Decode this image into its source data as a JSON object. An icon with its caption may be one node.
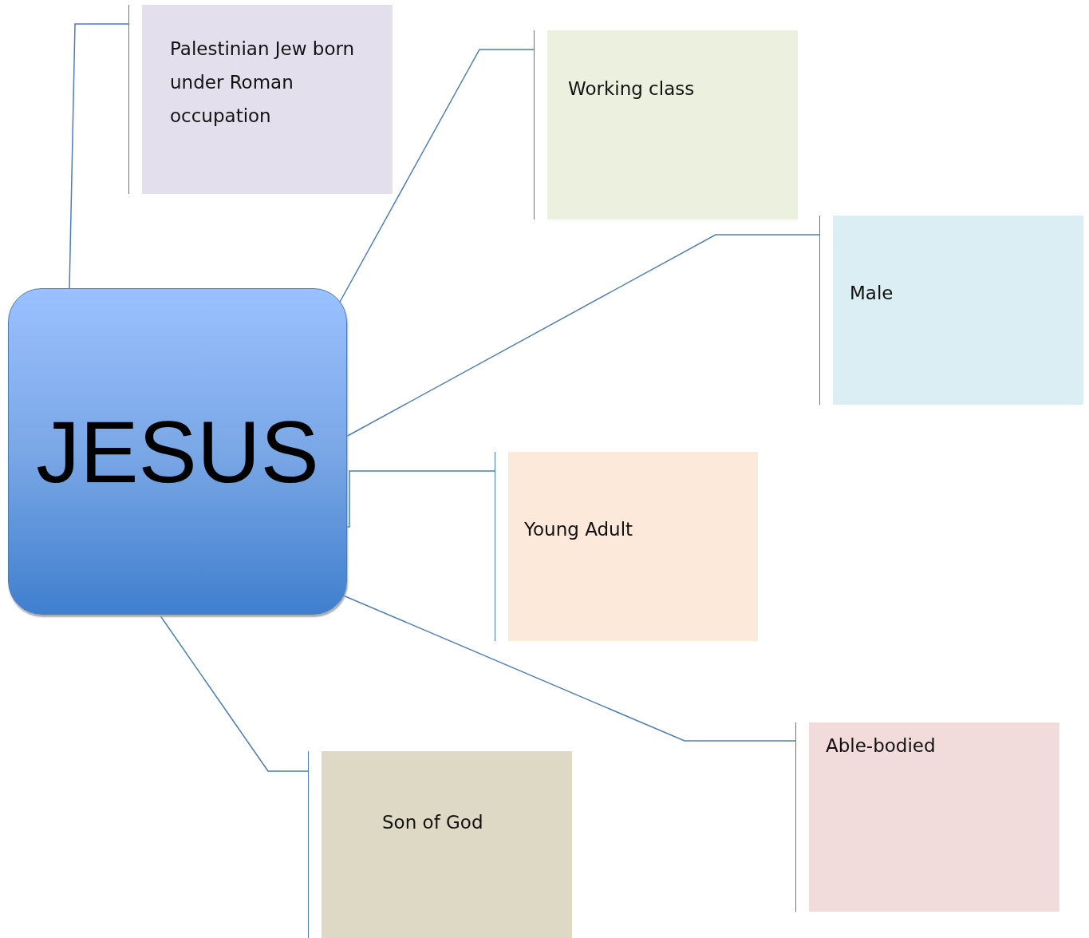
{
  "diagram": {
    "nodes": [
      {
        "text": [
          "JESUS"
        ]
      },
      {
        "text": [
          "Palestinian Jew born under Roman occupation"
        ]
      },
      {
        "text": [
          "Working class"
        ]
      },
      {
        "text": [
          "Male"
        ]
      },
      {
        "text": [
          "Young Adult"
        ]
      },
      {
        "text": [
          "Able-bodied"
        ]
      },
      {
        "text": [
          "Son of God"
        ]
      }
    ],
    "edges": [
      {
        "from": 0,
        "to": 1,
        "arrow": "none"
      },
      {
        "from": 0,
        "to": 2,
        "arrow": "none"
      },
      {
        "from": 0,
        "to": 3,
        "arrow": "none"
      },
      {
        "from": 0,
        "to": 4,
        "arrow": "none"
      },
      {
        "from": 0,
        "to": 5,
        "arrow": "none"
      },
      {
        "from": 0,
        "to": 6,
        "arrow": "none"
      }
    ]
  }
}
